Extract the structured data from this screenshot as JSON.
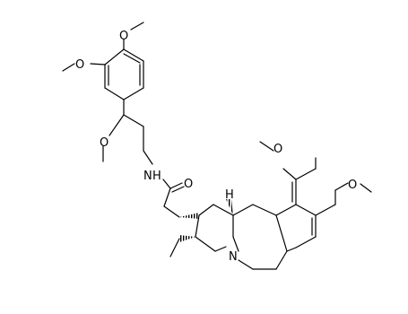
{
  "molecule": {
    "atoms": {
      "o_top": "O",
      "o_left_ring": "O",
      "o_side_chain": "O",
      "n_amide": "N",
      "h_amide": "H",
      "o_carbonyl": "O",
      "o_right_top": "O",
      "o_right": "O",
      "h_stereo": "H",
      "n_ring": "N"
    },
    "colors": {
      "bond": "#000000",
      "label": "#000000",
      "background": "#ffffff"
    }
  }
}
